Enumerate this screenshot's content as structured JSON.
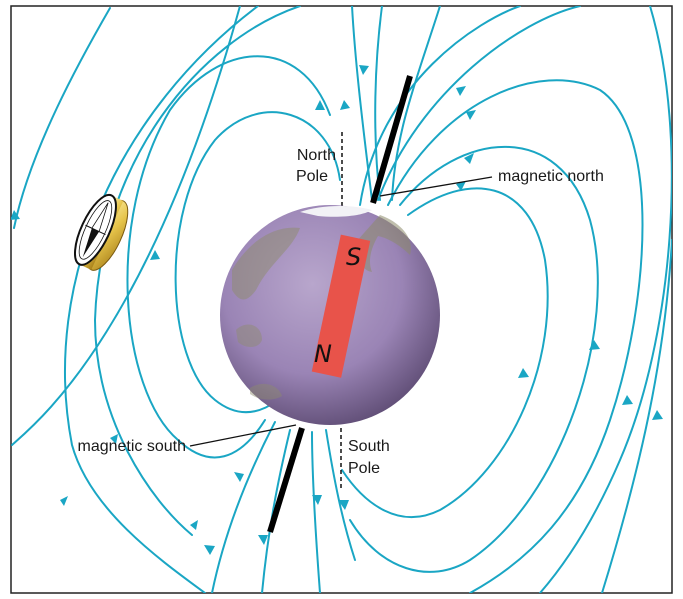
{
  "labels": {
    "north_pole": [
      "North",
      "Pole"
    ],
    "south_pole": [
      "South",
      "Pole"
    ],
    "magnetic_north": "magnetic north",
    "magnetic_south": "magnetic south"
  },
  "bar_magnet": {
    "top_letter": "S",
    "bottom_letter": "N"
  },
  "colors": {
    "field_lines": "#1aa6c4",
    "earth": "#9d86b6",
    "bar_magnet": "#e8534a",
    "axis": "#000000",
    "compass_rim": "#e6c44a",
    "frame": "#222222"
  },
  "icons": [
    "compass-icon"
  ]
}
